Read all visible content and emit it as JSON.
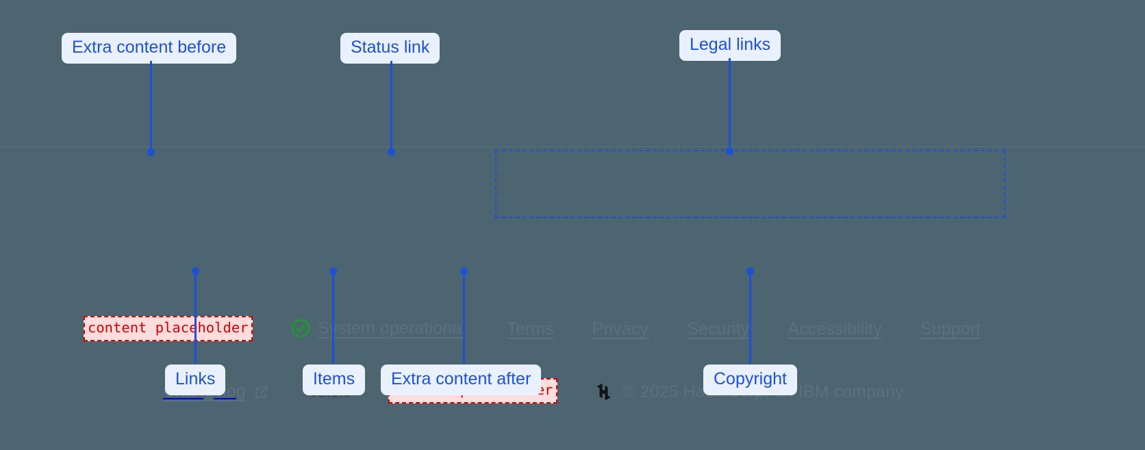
{
  "theme": {
    "page_bg": "#4c6570",
    "annotation_accent": "#1c50d8",
    "annotation_bg": "#eaf1fe",
    "placeholder_text": "#cc0000",
    "placeholder_bg": "#ffdddd",
    "link_color": "#5d6f80",
    "status_ok_color": "#1a9e28",
    "version_color": "#384a55",
    "divider_color": "#61707c"
  },
  "footer": {
    "extra_content_before": "content placeholder",
    "extra_content_after": "content placeholder",
    "status": {
      "icon": "check-circle-icon",
      "label": "System operational"
    },
    "legal_links": [
      {
        "label": "Terms"
      },
      {
        "label": "Privacy"
      },
      {
        "label": "Security"
      },
      {
        "label": "Accessibility"
      },
      {
        "label": "Support"
      }
    ],
    "changelog": {
      "label": "Changelog",
      "icon": "external-link-icon"
    },
    "version": "v3.1.0",
    "copyright": {
      "logo": "hashicorp-logo",
      "text": "© 2025 HashiCorp, an IBM company"
    }
  },
  "annotations": [
    {
      "id": "extra-content-before",
      "label": "Extra content before"
    },
    {
      "id": "status-link",
      "label": "Status link"
    },
    {
      "id": "legal-links",
      "label": "Legal links"
    },
    {
      "id": "links",
      "label": "Links"
    },
    {
      "id": "items",
      "label": "Items"
    },
    {
      "id": "extra-content-after",
      "label": "Extra content after"
    },
    {
      "id": "copyright",
      "label": "Copyright"
    }
  ]
}
